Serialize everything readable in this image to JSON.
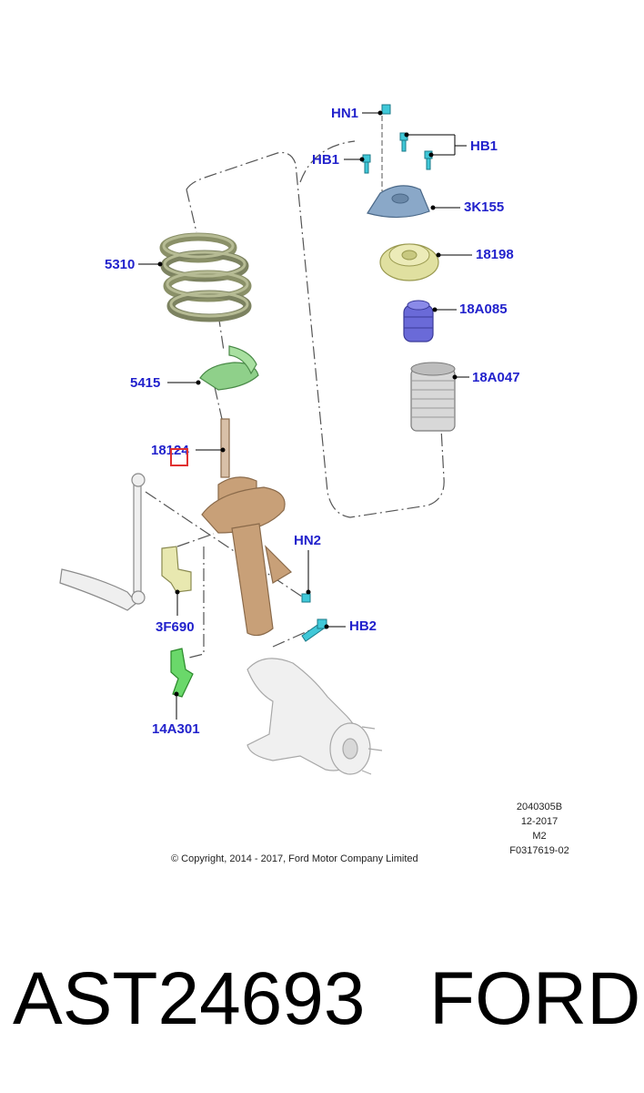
{
  "callouts": {
    "hn1": "HN1",
    "hb1_left": "HB1",
    "hb1_right": "HB1",
    "p3k155": "3K155",
    "p5310": "5310",
    "p18198": "18198",
    "p18a085": "18A085",
    "p5415": "5415",
    "p18a047": "18A047",
    "p18124": "18124",
    "hn2": "HN2",
    "p3f690": "3F690",
    "hb2": "HB2",
    "p14a301": "14A301"
  },
  "meta": {
    "code": "2040305B",
    "date": "12-2017",
    "model": "M2",
    "figure": "F0317619-02"
  },
  "copyright": "© Copyright, 2014 - 2017, Ford Motor Company Limited",
  "footer": {
    "part_number": "AST24693",
    "brand": "FORD"
  },
  "colors": {
    "callout": "#2222cc",
    "spring": "#8a9068",
    "seat": "#8fd08a",
    "mount": "#8aa8c8",
    "bearing": "#e0e0a0",
    "bumper": "#6a6ad8",
    "strut": "#c8a078",
    "bracket": "#6ad86a",
    "fastener": "#40c8d8",
    "highlight": "#e03030"
  }
}
